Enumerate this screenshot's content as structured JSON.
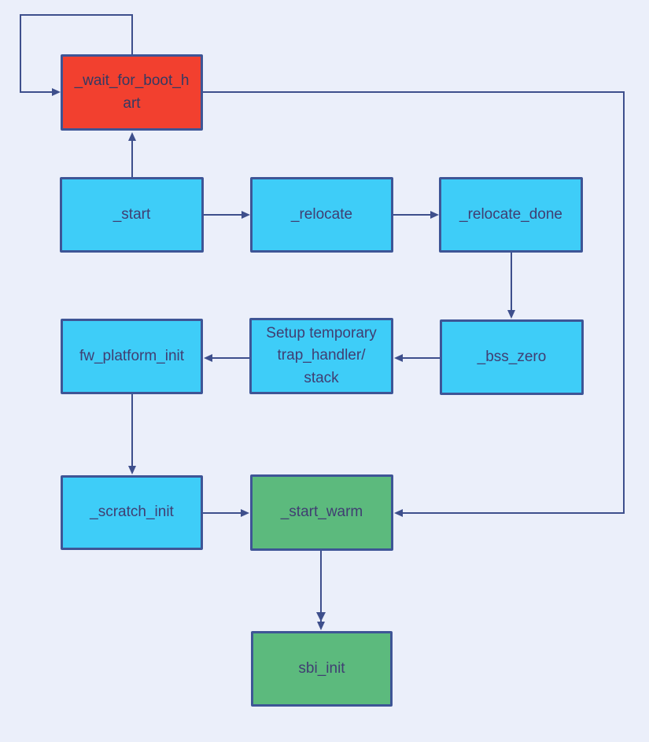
{
  "theme": {
    "background": "#ebeffa",
    "border": "#3e5596",
    "line": "#3e4f8c",
    "text": "#403e72",
    "text_red": "#333a63",
    "fill_cyan": "#3ecdf8",
    "fill_red": "#f2402f",
    "fill_green": "#5cba7d"
  },
  "diagram": {
    "nodes": [
      {
        "id": "wait_for_boot_hart",
        "label": "_wait_for_boot_hart",
        "color": "red"
      },
      {
        "id": "start",
        "label": "_start",
        "color": "cyan"
      },
      {
        "id": "relocate",
        "label": "_relocate",
        "color": "cyan"
      },
      {
        "id": "relocate_done",
        "label": "_relocate_done",
        "color": "cyan"
      },
      {
        "id": "fw_platform_init",
        "label": "fw_platform_init",
        "color": "cyan"
      },
      {
        "id": "setup_trap_handler",
        "label": "Setup temporary trap_handler/ stack",
        "color": "cyan"
      },
      {
        "id": "bss_zero",
        "label": "_bss_zero",
        "color": "cyan"
      },
      {
        "id": "scratch_init",
        "label": "_scratch_init",
        "color": "cyan"
      },
      {
        "id": "start_warm",
        "label": "_start_warm",
        "color": "green"
      },
      {
        "id": "sbi_init",
        "label": "sbi_init",
        "color": "green"
      }
    ],
    "edges": [
      {
        "from": "_wait_for_boot_hart",
        "to": "_wait_for_boot_hart",
        "type": "self-loop"
      },
      {
        "from": "_start",
        "to": "_wait_for_boot_hart"
      },
      {
        "from": "_start",
        "to": "_relocate"
      },
      {
        "from": "_relocate",
        "to": "_relocate_done"
      },
      {
        "from": "_relocate_done",
        "to": "_bss_zero"
      },
      {
        "from": "_bss_zero",
        "to": "Setup temporary trap_handler/stack"
      },
      {
        "from": "Setup temporary trap_handler/stack",
        "to": "fw_platform_init"
      },
      {
        "from": "fw_platform_init",
        "to": "_scratch_init"
      },
      {
        "from": "_scratch_init",
        "to": "_start_warm"
      },
      {
        "from": "_wait_for_boot_hart",
        "to": "_start_warm"
      },
      {
        "from": "_start_warm",
        "to": "sbi_init",
        "type": "double-arrowhead"
      }
    ]
  }
}
